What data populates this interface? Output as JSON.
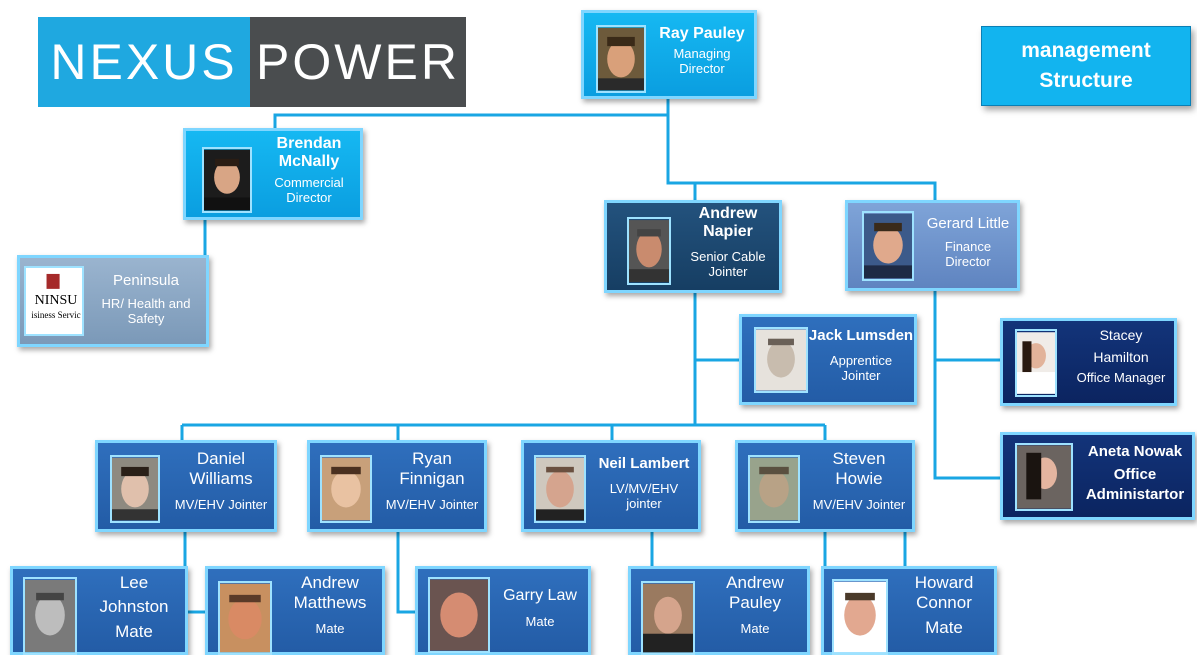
{
  "logo": {
    "left_text": "NEXUS",
    "right_text": "POWER"
  },
  "badge": {
    "line1": "management",
    "line2": "Structure"
  },
  "people": {
    "ray": {
      "name": "Ray Pauley",
      "role1": "Managing",
      "role2": "Director"
    },
    "brendan": {
      "name1": "Brendan",
      "name2": "McNally",
      "role1": "Commercial",
      "role2": "Director"
    },
    "peninsula": {
      "name": "Peninsula",
      "role1": "HR/ Health and",
      "role2": "Safety",
      "logo_top": "NINSU",
      "logo_bottom": "isiness Servic"
    },
    "andrew_n": {
      "name1": "Andrew",
      "name2": "Napier",
      "role1": "Senior Cable",
      "role2": "Jointer"
    },
    "gerard": {
      "name": "Gerard Little",
      "role1": "Finance",
      "role2": "Director"
    },
    "jack": {
      "name": "Jack Lumsden",
      "role1": "Apprentice",
      "role2": "Jointer"
    },
    "stacey": {
      "name1": "Stacey",
      "name2": "Hamilton",
      "role": "Office Manager"
    },
    "aneta": {
      "name": "Aneta Nowak",
      "role1": "Office",
      "role2": "Administartor"
    },
    "daniel": {
      "name1": "Daniel",
      "name2": "Williams",
      "role": "MV/EHV Jointer"
    },
    "ryan": {
      "name1": "Ryan",
      "name2": "Finnigan",
      "role": "MV/EHV Jointer"
    },
    "neil": {
      "name": "Neil Lambert",
      "role1": "LV/MV/EHV",
      "role2": "jointer"
    },
    "steven": {
      "name1": "Steven",
      "name2": "Howie",
      "role": "MV/EHV Jointer"
    },
    "lee": {
      "name1": "Lee",
      "name2": "Johnston",
      "role": "Mate"
    },
    "andrew_m": {
      "name1": "Andrew",
      "name2": "Matthews",
      "role": "Mate"
    },
    "garry": {
      "name": "Garry Law",
      "role": "Mate"
    },
    "andrew_p": {
      "name1": "Andrew",
      "name2": "Pauley",
      "role": "Mate"
    },
    "howard": {
      "name1": "Howard",
      "name2": "Connor",
      "role": "Mate"
    }
  },
  "colors": {
    "connector": "#19a6e3",
    "accent": "#12b4ef"
  }
}
